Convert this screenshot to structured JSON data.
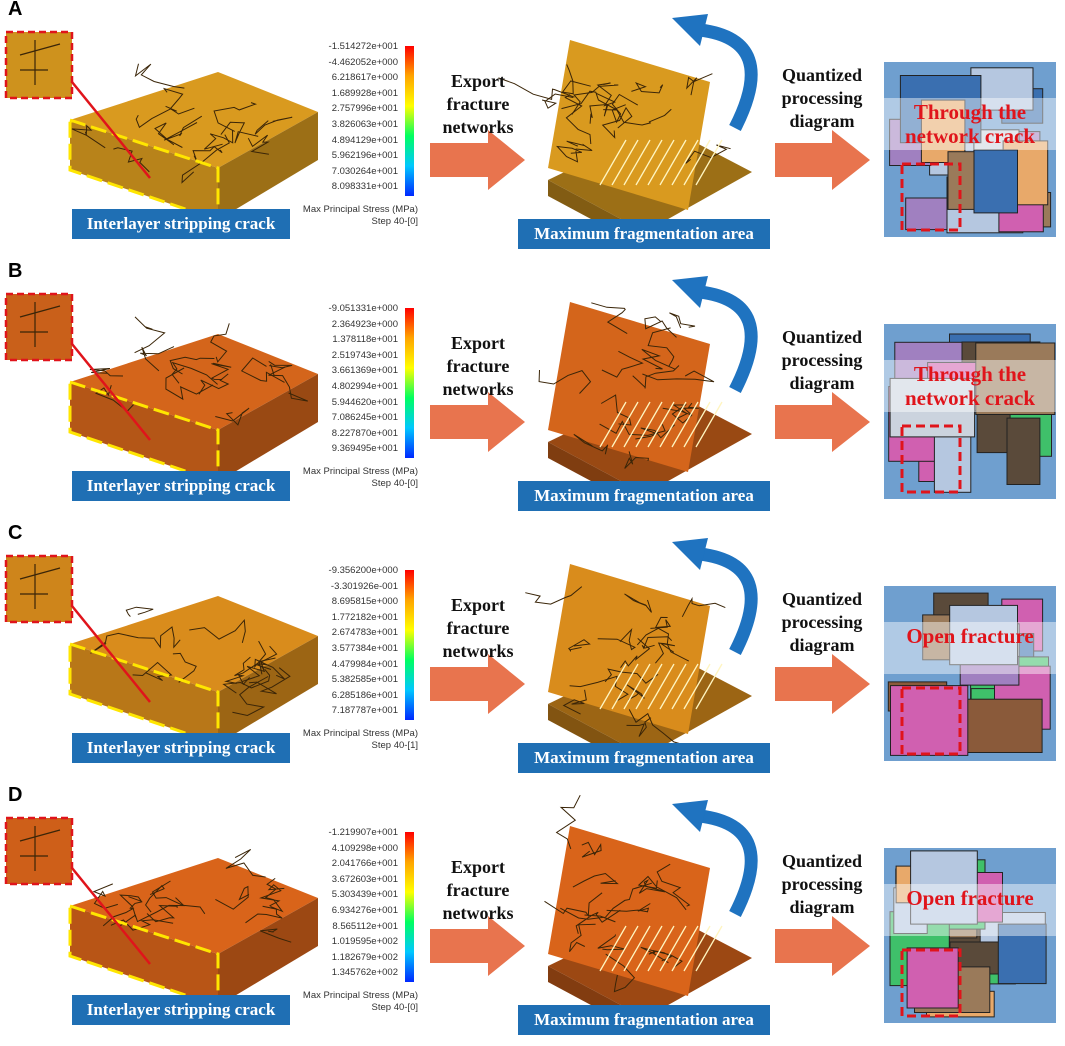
{
  "labels": {
    "left_box": "Interlayer stripping crack",
    "middle_box": "Maximum fragmentation area",
    "export": "Export\nfracture\nnetworks",
    "quantized": "Quantized\nprocessing\ndiagram",
    "legend_title": "Max Principal Stress (MPa)"
  },
  "colors": {
    "label_blue": "#1f6fb4",
    "arrow_orange": "#e8744e",
    "outline_yellow": "#ffe600",
    "callout_red": "#e0141b",
    "rotate_arrow": "#1f73c0"
  },
  "panels": [
    {
      "letter": "A",
      "step": "Step 40-[0]",
      "stress_values": [
        "-1.514272e+001",
        "-4.462052e+000",
        "6.218617e+000",
        "1.689928e+001",
        "2.757996e+001",
        "3.826063e+001",
        "4.894129e+001",
        "5.962196e+001",
        "7.030264e+001",
        "8.098331e+001"
      ],
      "overlay": "Through the\nnetwork crack",
      "block_color": "#d99a1f"
    },
    {
      "letter": "B",
      "step": "Step 40-[0]",
      "stress_values": [
        "-9.051331e+000",
        "2.364923e+000",
        "1.378118e+001",
        "2.519743e+001",
        "3.661369e+001",
        "4.802994e+001",
        "5.944620e+001",
        "7.086245e+001",
        "8.227870e+001",
        "9.369495e+001"
      ],
      "overlay": "Through the\nnetwork crack",
      "block_color": "#d4651b"
    },
    {
      "letter": "C",
      "step": "Step 40-[1]",
      "stress_values": [
        "-9.356200e+000",
        "-3.301926e-001",
        "8.695815e+000",
        "1.772182e+001",
        "2.674783e+001",
        "3.577384e+001",
        "4.479984e+001",
        "5.382585e+001",
        "6.285186e+001",
        "7.187787e+001"
      ],
      "overlay": "Open fracture",
      "block_color": "#d98c1c"
    },
    {
      "letter": "D",
      "step": "Step 40-[0]",
      "stress_values": [
        "-1.219907e+001",
        "4.109298e+000",
        "2.041766e+001",
        "3.672603e+001",
        "5.303439e+001",
        "6.934276e+001",
        "8.565112e+001",
        "1.019595e+002",
        "1.182679e+002",
        "1.345762e+002"
      ],
      "overlay": "Open fracture",
      "block_color": "#d9641a"
    }
  ]
}
